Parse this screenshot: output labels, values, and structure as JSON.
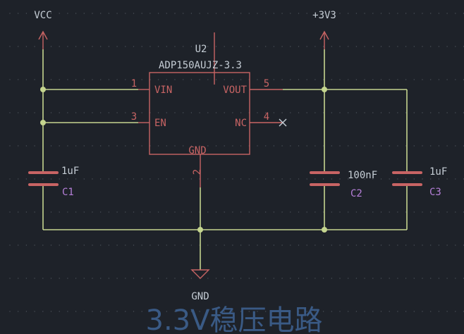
{
  "colors": {
    "background": "#1e2229",
    "wire": "#c5d58f",
    "component": "#c86464",
    "pin_text": "#c86464",
    "net_text": "#c5cdd5",
    "ref_text": "#b57fd8",
    "value_text": "#c5cdd5",
    "title_text": "#3a5a85",
    "grid": "#4a5058"
  },
  "power": {
    "vcc": "VCC",
    "v3v3": "+3V3",
    "gnd": "GND"
  },
  "u2": {
    "ref": "U2",
    "value": "ADP150AUJZ-3.3",
    "pins": {
      "vin": {
        "num": "1",
        "name": "VIN"
      },
      "en": {
        "num": "3",
        "name": "EN"
      },
      "vout": {
        "num": "5",
        "name": "VOUT"
      },
      "nc": {
        "num": "4",
        "name": "NC"
      },
      "gnd": {
        "num": "2",
        "name": "GND"
      }
    }
  },
  "c1": {
    "ref": "C1",
    "value": "1uF"
  },
  "c2": {
    "ref": "C2",
    "value": "100nF"
  },
  "c3": {
    "ref": "C3",
    "value": "1uF"
  },
  "title": "3.3V稳压电路"
}
